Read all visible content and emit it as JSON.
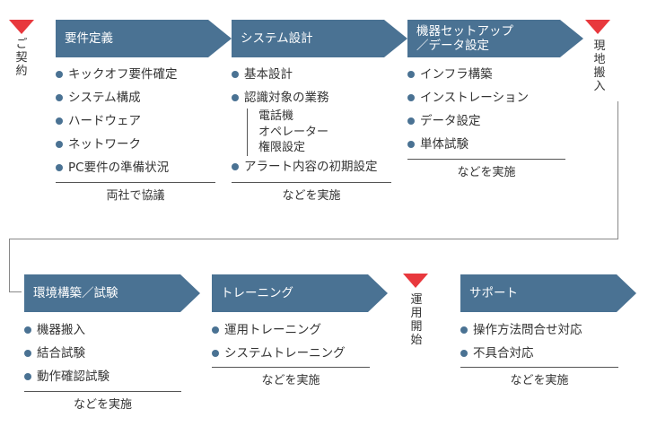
{
  "markers": {
    "contract": "ご契約",
    "delivery": "現地搬入",
    "operation_start": "運用開始"
  },
  "row1": [
    {
      "title": "要件定義",
      "items": [
        "キックオフ要件確定",
        "システム構成",
        "ハードウェア",
        "ネットワーク",
        "PC要件の準備状況"
      ],
      "note": "両社で協議"
    },
    {
      "title": "システム設計",
      "items": [
        "基本設計",
        "認識対象の業務"
      ],
      "sub_items": [
        "電話機",
        "オペレーター",
        "権限設定"
      ],
      "items_after": [
        "アラート内容の初期設定"
      ],
      "note": "などを実施"
    },
    {
      "title_line1": "機器セットアップ",
      "title_line2": "／データ設定",
      "items": [
        "インフラ構築",
        "インストレーション",
        "データ設定",
        "単体試験"
      ],
      "note": "などを実施"
    }
  ],
  "row2": [
    {
      "title": "環境構築／試験",
      "items": [
        "機器搬入",
        "結合試験",
        "動作確認試験"
      ],
      "note": "などを実施"
    },
    {
      "title": "トレーニング",
      "items": [
        "運用トレーニング",
        "システムトレーニング"
      ],
      "note": "などを実施"
    },
    {
      "title": "サポート",
      "items": [
        "操作方法問合せ対応",
        "不具合対応"
      ],
      "note": "などを実施"
    }
  ],
  "colors": {
    "step_fill": "#4a7293",
    "marker_red": "#e8383d",
    "text": "#333333"
  }
}
